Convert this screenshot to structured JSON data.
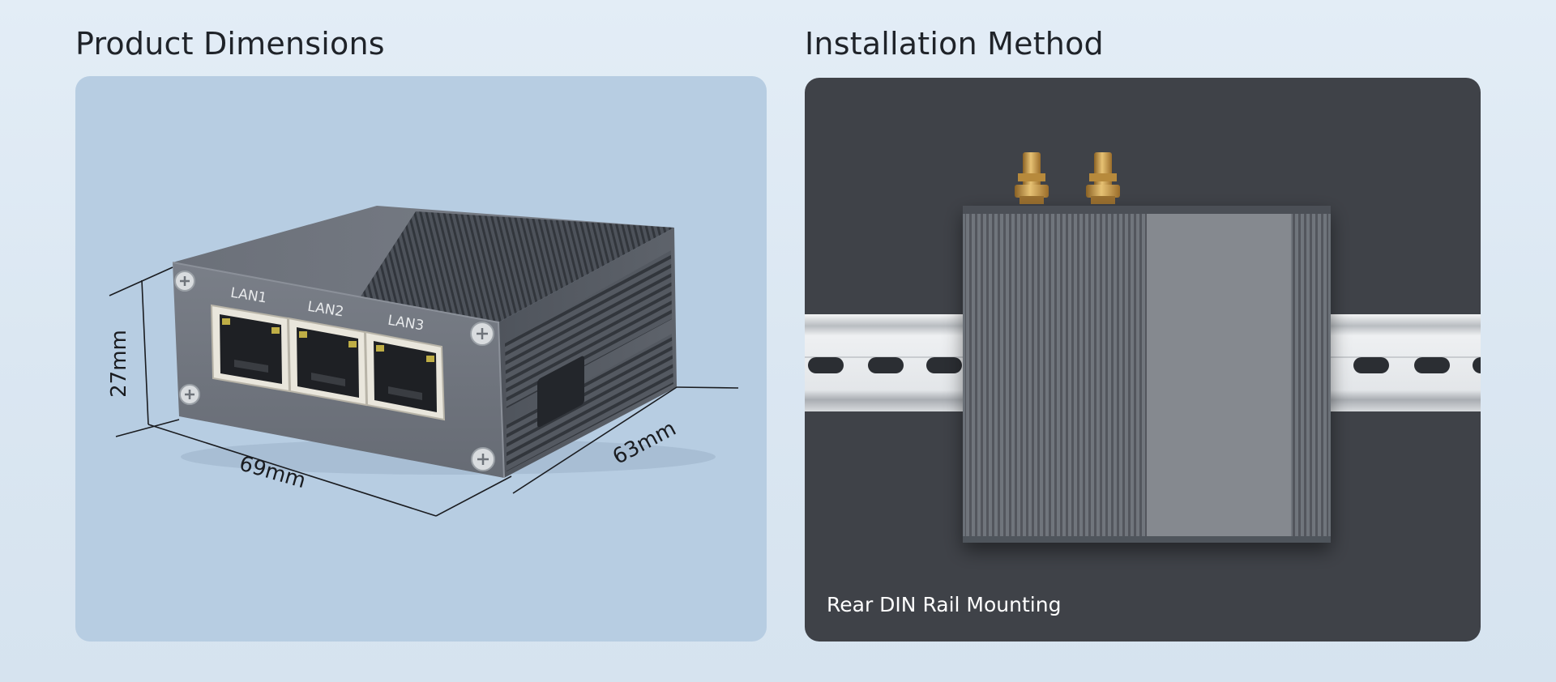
{
  "dimensions": {
    "title": "Product Dimensions",
    "ports": [
      "LAN1",
      "LAN2",
      "LAN3"
    ],
    "height_label": "27mm",
    "width_label": "69mm",
    "depth_label": "63mm"
  },
  "installation": {
    "title": "Installation Method",
    "caption": "Rear DIN Rail Mounting"
  },
  "colors": {
    "page_background": "#dfe9f3",
    "dimensions_panel": "#b7cde2",
    "installation_panel": "#3f4248",
    "device_body": "#6a6f78",
    "antenna_gold": "#c8963e"
  }
}
